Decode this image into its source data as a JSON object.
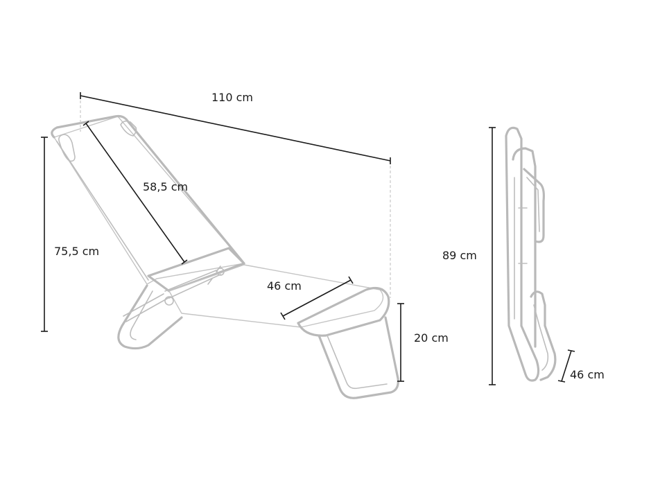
{
  "dimensions": {
    "length_total": "110 cm",
    "backrest_length": "58,5 cm",
    "height_back": "75,5 cm",
    "seat_width": "46 cm",
    "front_leg_height": "20 cm",
    "folded_height": "89 cm",
    "folded_width": "46 cm"
  },
  "colors": {
    "line": "#1a1a1a",
    "frame": "#b9b9b9",
    "background": "#ffffff"
  }
}
